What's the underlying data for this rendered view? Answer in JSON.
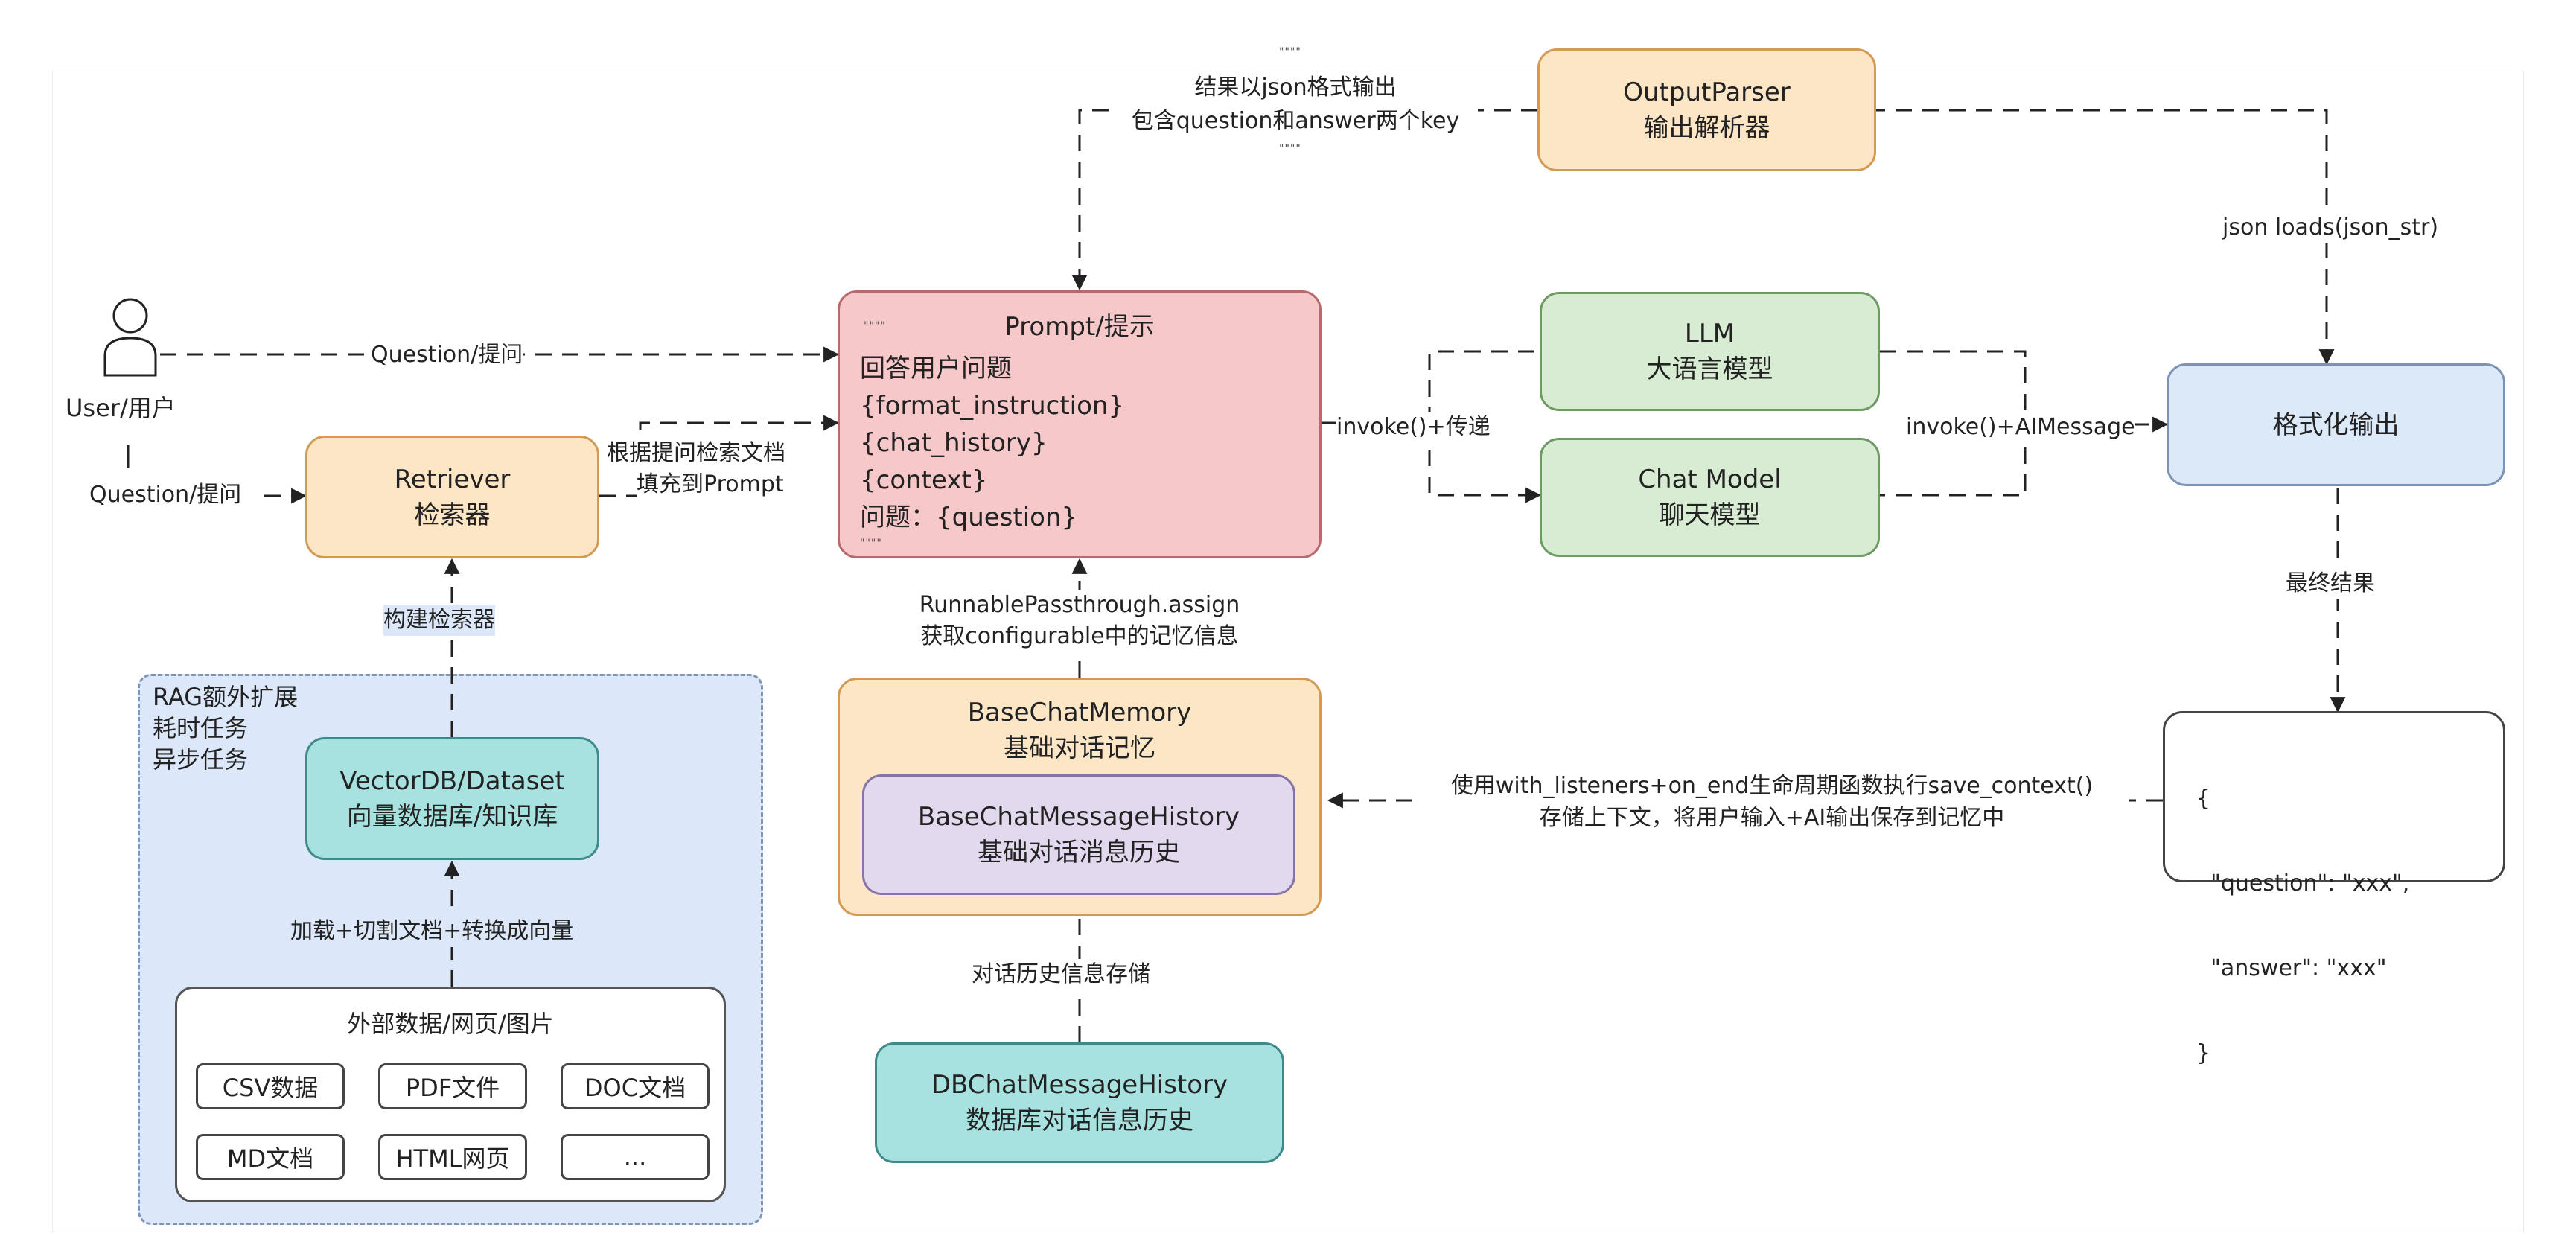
{
  "user": {
    "label": "User/用户"
  },
  "nodes": {
    "output_parser": {
      "line1": "OutputParser",
      "line2": "输出解析器"
    },
    "prompt": {
      "title": "Prompt/提示",
      "marker": "\"\"\"\"",
      "lines": [
        "回答用户问题",
        "{format_instruction}",
        "{chat_history}",
        "{context}",
        "问题：{question}",
        "\"\"\"\""
      ]
    },
    "llm": {
      "line1": "LLM",
      "line2": "大语言模型"
    },
    "chat_model": {
      "line1": "Chat Model",
      "line2": "聊天模型"
    },
    "format_output": {
      "line1": "格式化输出"
    },
    "retriever": {
      "line1": "Retriever",
      "line2": "检索器"
    },
    "vectordb": {
      "line1": "VectorDB/Dataset",
      "line2": "向量数据库/知识库"
    },
    "base_chat_memory": {
      "line1": "BaseChatMemory",
      "line2": "基础对话记忆"
    },
    "base_chat_message_history": {
      "line1": "BaseChatMessageHistory",
      "line2": "基础对话消息历史"
    },
    "db_chat_message_history": {
      "line1": "DBChatMessageHistory",
      "line2": "数据库对话信息历史"
    },
    "json_result": {
      "lines": [
        "{",
        "  \"question\": \"xxx\",",
        "  \"answer\": \"xxx\"",
        "}"
      ]
    }
  },
  "rag": {
    "lines": [
      "RAG额外扩展",
      "耗时任务",
      "异步任务"
    ],
    "external": {
      "title": "外部数据/网页/图片",
      "chips": [
        "CSV数据",
        "PDF文件",
        "DOC文档",
        "MD文档",
        "HTML网页",
        "..."
      ]
    }
  },
  "edges": {
    "json_format_top": "\"\"\"\"",
    "json_format_1": "结果以json格式输出",
    "json_format_2": "包含question和answer两个key",
    "json_format_bottom": "\"\"\"\"",
    "json_loads": "json loads(json_str)",
    "question_to_prompt": "Question/提问",
    "question_to_retriever": "Question/提问",
    "retriever_to_prompt_1": "根据提问检索文档",
    "retriever_to_prompt_2": "填充到Prompt",
    "invoke_pass": "invoke()+传递",
    "invoke_aimessage": "invoke()+AIMessage",
    "runnable_1": "RunnablePassthrough.assign",
    "runnable_2": "获取configurable中的记忆信息",
    "build_retriever": "构建检索器",
    "final_result": "最终结果",
    "save_context_1": "使用with_listeners+on_end生命周期函数执行save_context()",
    "save_context_2": "存储上下文，将用户输入+AI输出保存到记忆中",
    "load_split": "加载+切割文档+转换成向量",
    "history_storage": "对话历史信息存储"
  },
  "colors": {
    "orange": "#fde6c6",
    "green": "#d7ecd2",
    "blue": "#dce9f9",
    "teal": "#a8e2e0",
    "pink": "#f6c8c9",
    "lavender": "#e3d9ee"
  }
}
